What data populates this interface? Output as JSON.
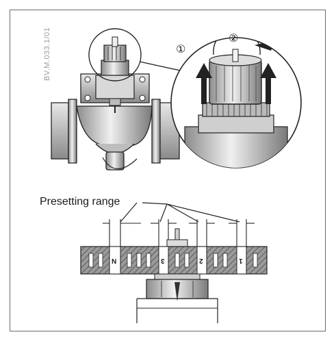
{
  "doc_code": "BV.M.033.1/01",
  "callouts": {
    "step1": "①",
    "step2": "②"
  },
  "presetting": {
    "label": "Presetting range"
  },
  "scale": [
    "N",
    "3",
    "2",
    "1"
  ]
}
